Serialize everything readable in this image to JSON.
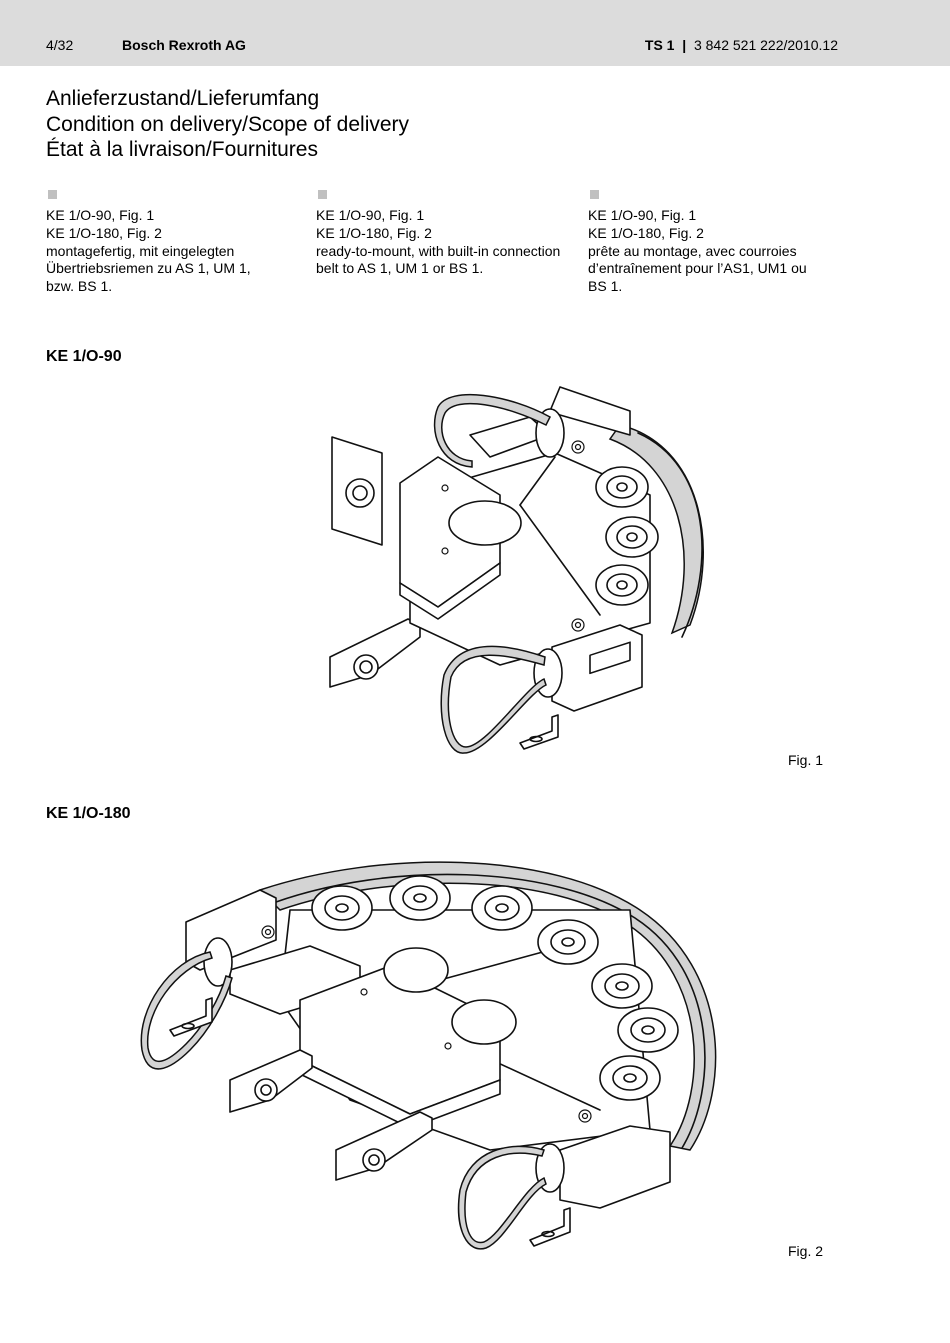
{
  "header": {
    "page": "4/32",
    "company": "Bosch Rexroth AG",
    "doc_code": "TS 1",
    "separator": "|",
    "doc_number": "3 842 521 222/2010.12"
  },
  "title": {
    "de": "Anlieferzustand/Lieferumfang",
    "en": "Condition on delivery/Scope of delivery",
    "fr": "État à la livraison/Fournitures"
  },
  "columns": [
    {
      "lines": [
        "KE 1/O-90, Fig. 1",
        "KE 1/O-180, Fig. 2",
        "montagefertig, mit eingelegten",
        "Übertriebsriemen zu AS 1, UM 1,",
        "bzw. BS 1."
      ]
    },
    {
      "lines": [
        "KE 1/O-90, Fig. 1",
        "KE 1/O-180, Fig. 2",
        "ready-to-mount, with built-in connection",
        "belt to AS 1, UM 1 or BS 1."
      ]
    },
    {
      "lines": [
        "KE 1/O-90, Fig. 1",
        "KE 1/O-180, Fig. 2",
        "prête au montage, avec courroies",
        "d’entraînement pour l’AS1, UM1 ou",
        "BS 1."
      ]
    }
  ],
  "figures": [
    {
      "heading": "KE 1/O-90",
      "label": "Fig. 1"
    },
    {
      "heading": "KE 1/O-180",
      "label": "Fig. 2"
    }
  ]
}
